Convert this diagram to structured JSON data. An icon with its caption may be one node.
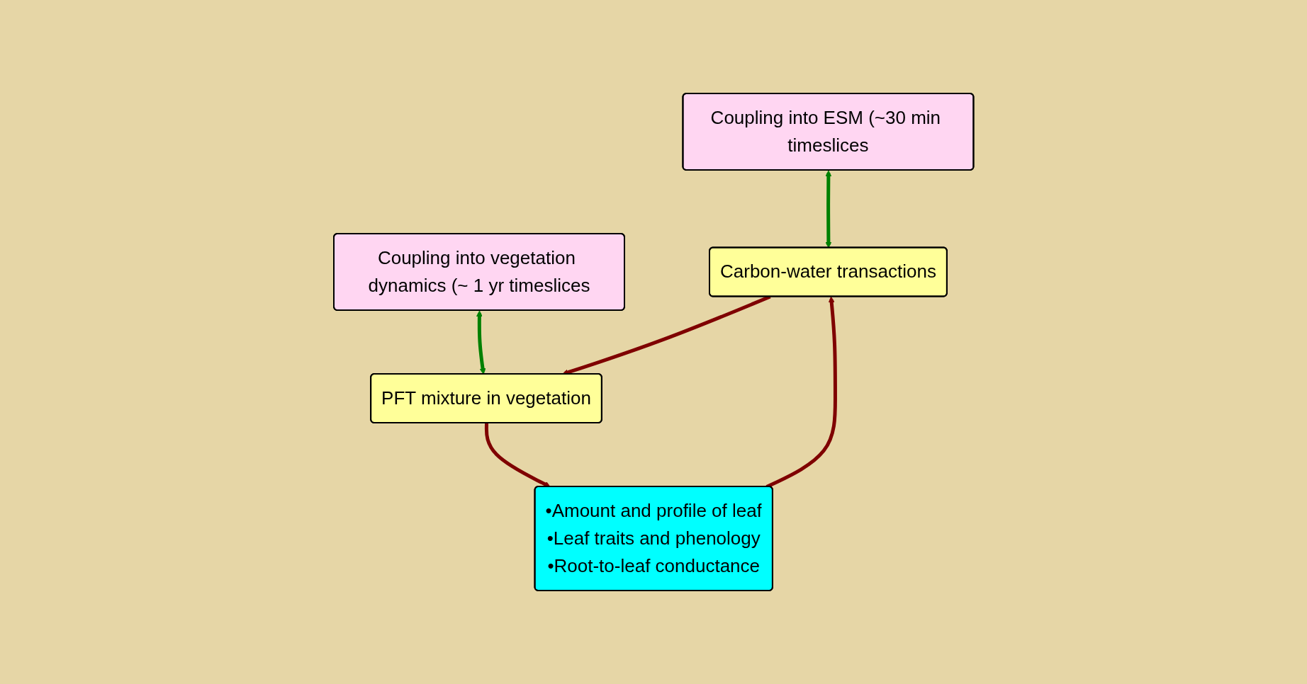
{
  "diagram": {
    "nodes": [
      {
        "text": [
          "Coupling into ESM (~30 min timeslices"
        ]
      },
      {
        "text": [
          "Coupling into vegetation dynamics (~ 1 yr timeslices"
        ]
      },
      {
        "text": [
          "Carbon-water transactions"
        ]
      },
      {
        "text": [
          "PFT mixture in vegetation"
        ]
      },
      {
        "text": [
          "•Amount and profile of leaf",
          "•Leaf traits and phenology",
          "•Root-to-leaf conductance"
        ]
      }
    ],
    "edges": [
      {
        "from": 0,
        "to": 2,
        "arrow": "both",
        "color": "#008000"
      },
      {
        "from": 1,
        "to": 3,
        "arrow": "both",
        "color": "#008000"
      },
      {
        "from": 2,
        "to": 3,
        "arrow": "to"
      },
      {
        "from": 3,
        "to": 4,
        "arrow": "to"
      },
      {
        "from": 4,
        "to": 2,
        "arrow": "to"
      }
    ]
  }
}
